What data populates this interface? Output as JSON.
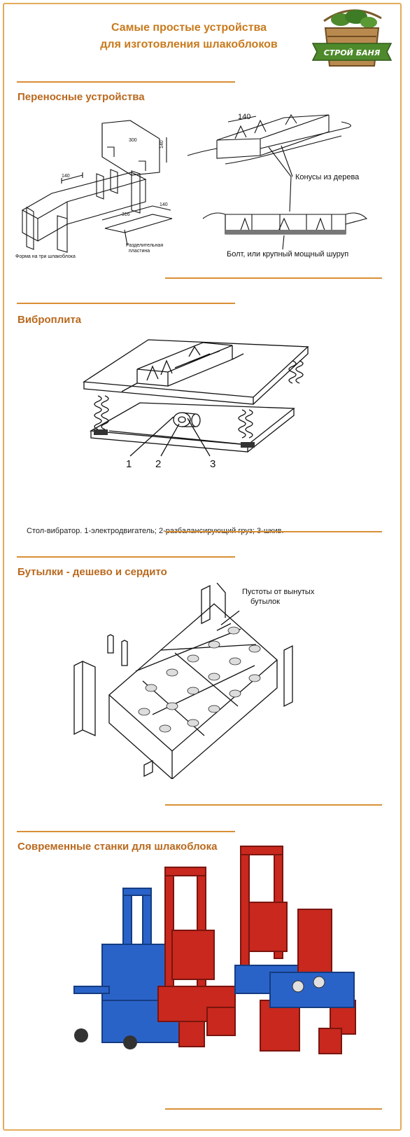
{
  "header": {
    "title_line1": "Самые простые устройства",
    "title_line2": "для изготовления шлакоблоков",
    "logo_text": "СТРОЙ БАНЯ"
  },
  "section1": {
    "title": "Переносные устройства",
    "labels": {
      "dim_140_a": "140",
      "dim_300": "300",
      "dim_140_b": "140",
      "dim_316": "316",
      "dim_140_c": "140",
      "divider_line1": "Разделительная",
      "divider_line2": "пластина",
      "form_caption": "Форма на три шлакоблока",
      "dim_140_top": "140",
      "cones": "Конусы из дерева",
      "bolt": "Болт, или крупный мощный шуруп"
    }
  },
  "section2": {
    "title": "Виброплита",
    "labels": [
      "1",
      "2",
      "3"
    ],
    "caption": "Стол-вибратор. 1-электродвигатель; 2-разбалансирующий груз; 3-шкив."
  },
  "section3": {
    "title": "Бутылки - дешево и сердито",
    "label_line1": "Пустоты от вынутых",
    "label_line2": "бутылок"
  },
  "section4": {
    "title": "Современные станки для шлакоблока"
  },
  "colors": {
    "accent": "#c87a1c",
    "rule": "#d98f35",
    "frame": "#e2ac5a",
    "machine_red": "#c8281d",
    "machine_blue": "#2a63c8"
  }
}
